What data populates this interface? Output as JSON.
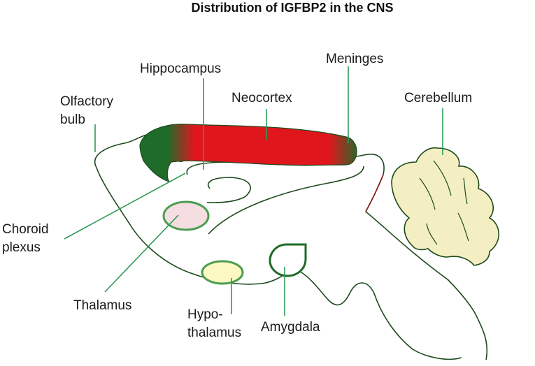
{
  "title": "Distribution of IGFBP2 in the CNS",
  "labels": {
    "olfactory_line1": "Olfactory",
    "olfactory_line2": "bulb",
    "hippocampus": "Hippocampus",
    "neocortex": "Neocortex",
    "meninges": "Meninges",
    "cerebellum": "Cerebellum",
    "choroid_line1": "Choroid",
    "choroid_line2": "plexus",
    "thalamus": "Thalamus",
    "hypo_line1": "Hypo-",
    "hypo_line2": "thalamus",
    "amygdala": "Amygdala"
  },
  "colors": {
    "outline": "#1d4a1d",
    "leader": "#2f9a57",
    "neocortex_red": "#e0161d",
    "neocortex_green": "#1f6b2a",
    "cerebellum_fill": "#f4efc2",
    "thalamus_fill": "#f6dde2",
    "hypothalamus_fill": "#fbf8c4",
    "nucleus_stroke": "#4a9e4e",
    "amygdala_stroke": "#1f6b2a",
    "brainstem_edge": "#8b1a1a"
  }
}
